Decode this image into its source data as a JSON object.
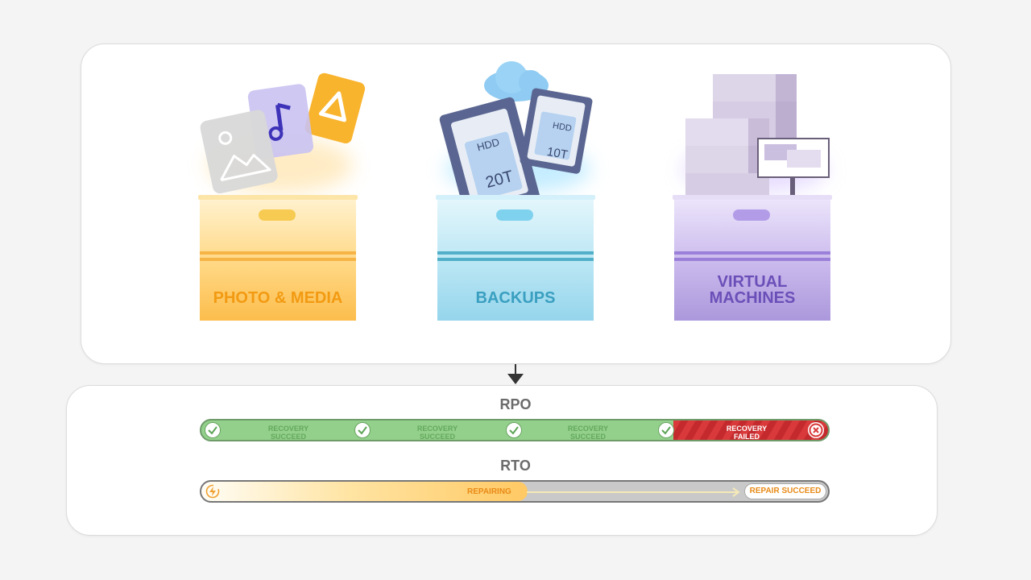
{
  "categories": [
    {
      "label": "PHOTO & MEDIA"
    },
    {
      "label": "BACKUPS",
      "drives": [
        {
          "type": "HDD",
          "size": "20T"
        },
        {
          "type": "HDD",
          "size": "10T"
        }
      ]
    },
    {
      "label_line1": "VIRTUAL",
      "label_line2": "MACHINES"
    }
  ],
  "rpo": {
    "title": "RPO",
    "segments": [
      "RECOVERY\nSUCCEED",
      "RECOVERY\nSUCCEED",
      "RECOVERY\nSUCCEED"
    ],
    "failed_label": "RECOVERY\nFAILED"
  },
  "rto": {
    "title": "RTO",
    "repairing_label": "REPAIRING",
    "succeed_label": "REPAIR SUCCEED"
  },
  "colors": {
    "photo": "#f5a623",
    "backups": "#3a9fc0",
    "vm": "#6b4fb8",
    "success": "#93d08b",
    "failed": "#d9393a"
  }
}
